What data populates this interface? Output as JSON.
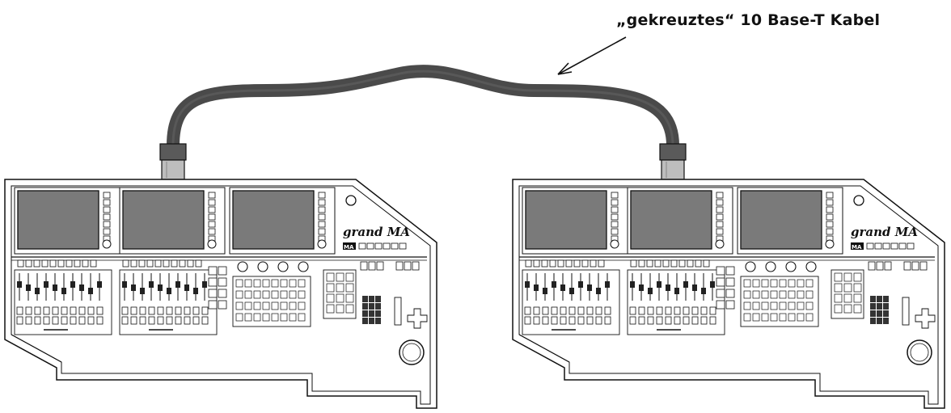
{
  "diagram": {
    "cable_caption": "„gekreuztes“ 10 Base-T Kabel",
    "console_brand": "grand MA",
    "console_brand_short": "MA",
    "consoles": [
      "console-left",
      "console-right"
    ],
    "cable_color": "#4a4a4a",
    "screen_color": "#7a7a7a",
    "line_color": "#111111"
  }
}
